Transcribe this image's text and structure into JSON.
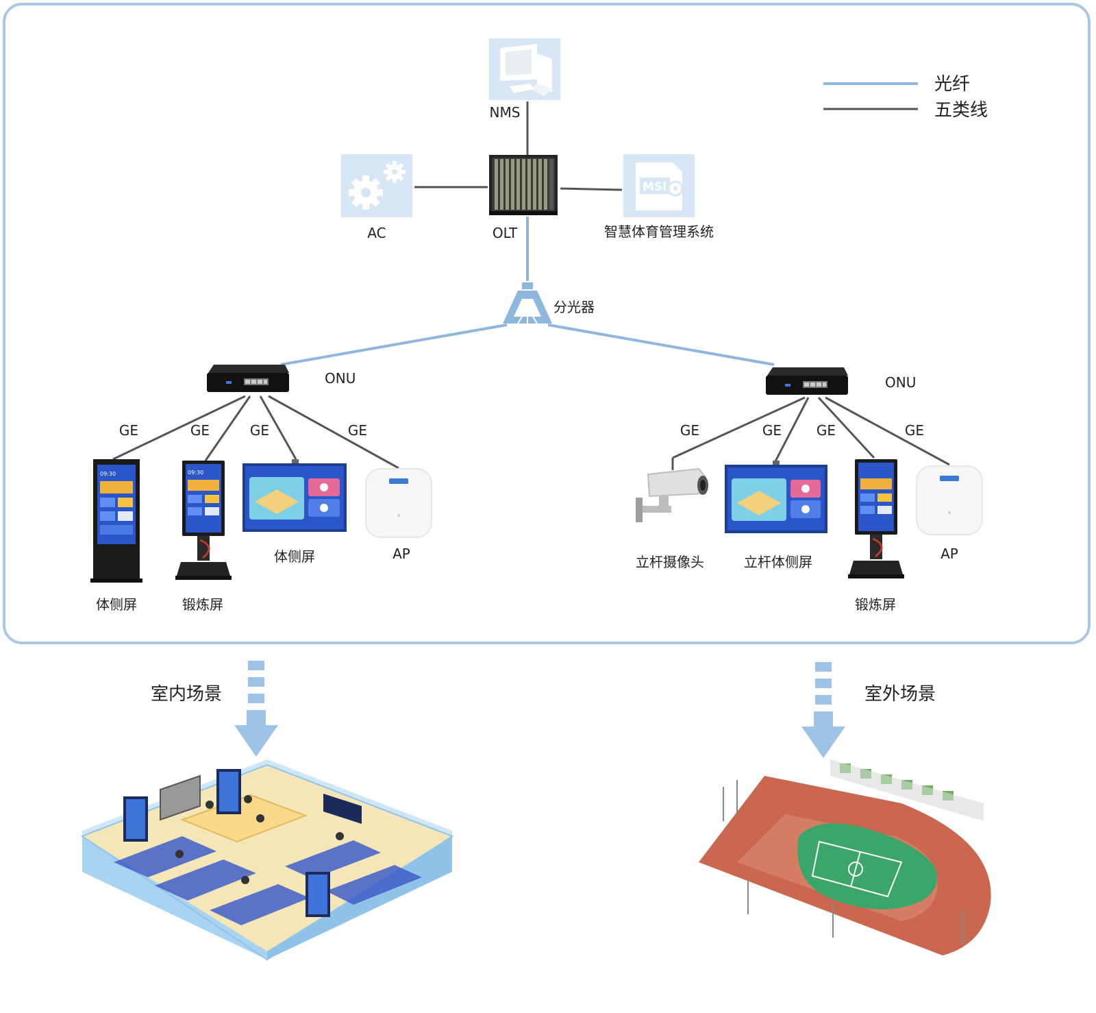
{
  "legend": {
    "fiber_label": "光纤",
    "cat5_label": "五类线",
    "fiber_color": "#8fb6dc",
    "cat5_color": "#555555"
  },
  "core": {
    "nms": "NMS",
    "ac": "AC",
    "olt": "OLT",
    "msi_text": "MSI",
    "mgmt": "智慧体育管理系统",
    "splitter": "分光器"
  },
  "left_branch": {
    "onu": "ONU",
    "ports": [
      "GE",
      "GE",
      "GE",
      "GE"
    ],
    "devices": [
      "体侧屏",
      "锻炼屏",
      "体侧屏",
      "AP"
    ]
  },
  "right_branch": {
    "onu": "ONU",
    "ports": [
      "GE",
      "GE",
      "GE",
      "GE"
    ],
    "devices": [
      "立杆摄像头",
      "立杆体侧屏",
      "锻炼屏",
      "AP"
    ]
  },
  "scenes": {
    "indoor": "室内场景",
    "outdoor": "室外场景"
  },
  "screen_ui": {
    "time": "09:30"
  },
  "colors": {
    "frame": "#a9c6e4",
    "icon_bg": "#d6e6f4",
    "arrow": "#9fc3e6",
    "track": "#c9684e",
    "field": "#3aa66a"
  }
}
